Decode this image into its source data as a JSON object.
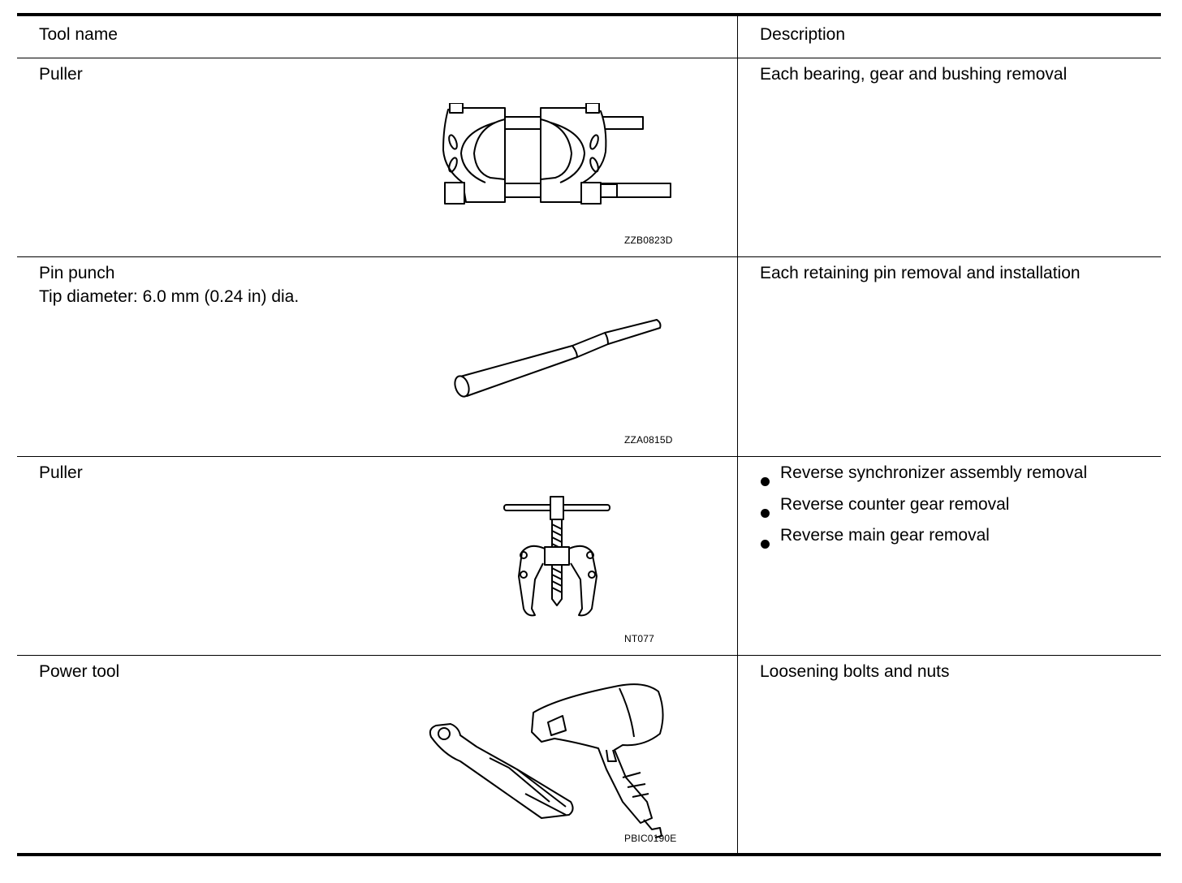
{
  "header": {
    "tool_name": "Tool name",
    "description": "Description"
  },
  "rows": [
    {
      "tool": "Puller",
      "tool_detail": "",
      "figure_code": "ZZB0823D",
      "figure_icon": "bearing-separator-puller-icon",
      "description": "Each bearing, gear and bushing removal"
    },
    {
      "tool": "Pin punch",
      "tool_detail": "Tip diameter: 6.0 mm (0.24 in) dia.",
      "figure_code": "ZZA0815D",
      "figure_icon": "pin-punch-icon",
      "description": "Each retaining pin removal and installation"
    },
    {
      "tool": "Puller",
      "tool_detail": "",
      "figure_code": "NT077",
      "figure_icon": "gear-puller-icon",
      "description_items": [
        "Reverse synchronizer assembly removal",
        "Reverse counter gear removal",
        "Reverse main gear removal"
      ]
    },
    {
      "tool": "Power tool",
      "tool_detail": "",
      "figure_code": "PBIC0190E",
      "figure_icon": "power-tools-icon",
      "description": "Loosening bolts and nuts"
    }
  ]
}
